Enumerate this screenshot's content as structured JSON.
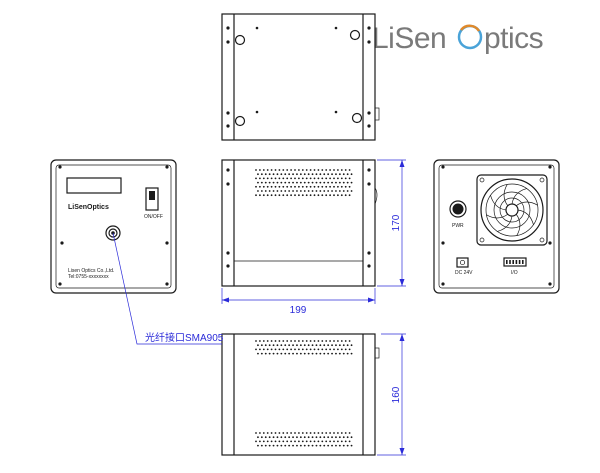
{
  "logo": {
    "text_part1": "LiSen",
    "text_part2": "ptics"
  },
  "front_panel": {
    "brand": "LiSenOptics",
    "switch_label": "ON/OFF",
    "fine_print_1": "Lisen Optics Co.,Ltd.",
    "fine_print_2": "Tel:0755-xxxxxxxx"
  },
  "rear_panel": {
    "knob_label": "PWR",
    "dc_label": "DC 24V",
    "io_label": "I/O"
  },
  "annotations": {
    "fiber_port": "光纤接口SMA905"
  },
  "dimensions": {
    "height_side": "170",
    "width_side": "199",
    "height_bottom": "160"
  }
}
